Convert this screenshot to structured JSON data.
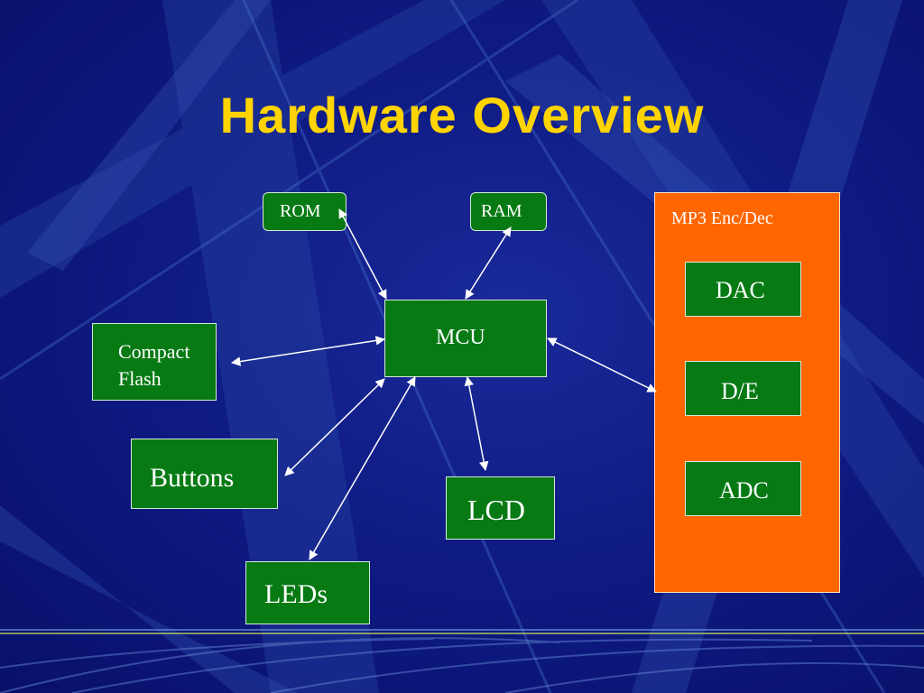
{
  "title": "Hardware Overview",
  "blocks": {
    "rom": "ROM",
    "ram": "RAM",
    "mcu": "MCU",
    "compact_flash_line1": "Compact",
    "compact_flash_line2": "Flash",
    "buttons": "Buttons",
    "leds": "LEDs",
    "lcd": "LCD",
    "mp3": "MP3 Enc/Dec",
    "dac": "DAC",
    "de": "D/E",
    "adc": "ADC"
  },
  "colors": {
    "background": "#0f1b84",
    "title": "#ffd400",
    "block_fill": "#077a14",
    "mp3_fill": "#ff6600",
    "arrow": "#ffffff"
  }
}
